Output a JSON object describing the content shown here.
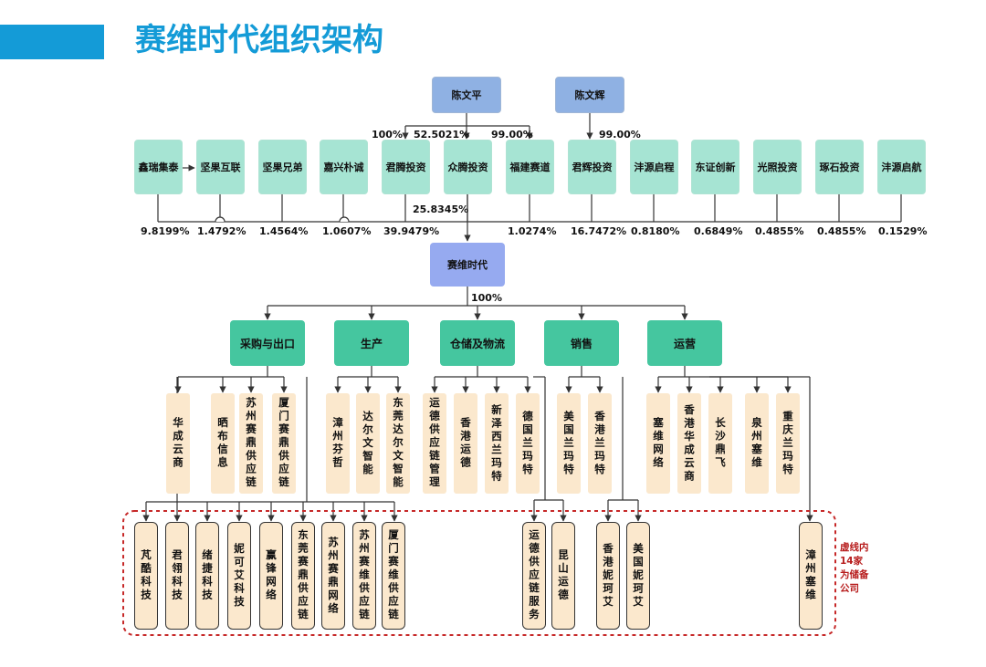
{
  "title": "赛维时代组织架构",
  "colors": {
    "title_bar": "#149bd7",
    "title_text": "#149bd7",
    "person_box": "#8fb1e3",
    "holder_box": "#a6e4d3",
    "company_box": "#96aaf0",
    "dept_box": "#45c69f",
    "sub_box": "#fbe8cd",
    "reserve_box": "#fbe8cd",
    "reserve_border": "#c62828",
    "note_text": "#b71c1c",
    "line": "#333333"
  },
  "persons": [
    "陈文平",
    "陈文辉"
  ],
  "holders": [
    "鑫瑞集泰",
    "坚果互联",
    "坚果兄弟",
    "嘉兴朴诚",
    "君腾投资",
    "众腾投资",
    "福建赛道",
    "君辉投资",
    "沣源启程",
    "东证创新",
    "光照投资",
    "琢石投资",
    "沣源启航"
  ],
  "ownership_top": [
    "100%",
    "52.5021%",
    "99.00%",
    "99.00%"
  ],
  "ownership_mid": "25.8345%",
  "holdings": [
    "9.8199%",
    "1.4792%",
    "1.4564%",
    "1.0607%",
    "39.9479%",
    "1.0274%",
    "16.7472%",
    "0.8180%",
    "0.6849%",
    "0.4855%",
    "0.4855%",
    "0.1529%"
  ],
  "company": "赛维时代",
  "company_pct": "100%",
  "departments": [
    "采购与出口",
    "生产",
    "仓储及物流",
    "销售",
    "运营"
  ],
  "subsidiaries": [
    "华成云商",
    "晒布信息",
    "苏州赛鼎供应链",
    "厦门赛鼎供应链",
    "漳州芬哲",
    "达尔文智能",
    "东莞达尔文智能",
    "运德供应链管理",
    "香港运德",
    "新泽西兰玛特",
    "德国兰玛特",
    "美国兰玛特",
    "香港兰玛特",
    "塞维网络",
    "香港华成云商",
    "长沙鼎飞",
    "泉州塞维",
    "重庆兰玛特"
  ],
  "reserve_companies": [
    "芃酷科技",
    "君翎科技",
    "绪捷科技",
    "妮可艾科技",
    "赢锋网络",
    "东莞赛鼎供应链",
    "苏州赛鼎网络",
    "苏州赛维供应链",
    "厦门赛维供应链",
    "运德供应链服务",
    "昆山运德",
    "香港妮珂艾",
    "美国妮珂艾",
    "漳州塞维"
  ],
  "reserve_note": "虚线内14家为储备公司"
}
